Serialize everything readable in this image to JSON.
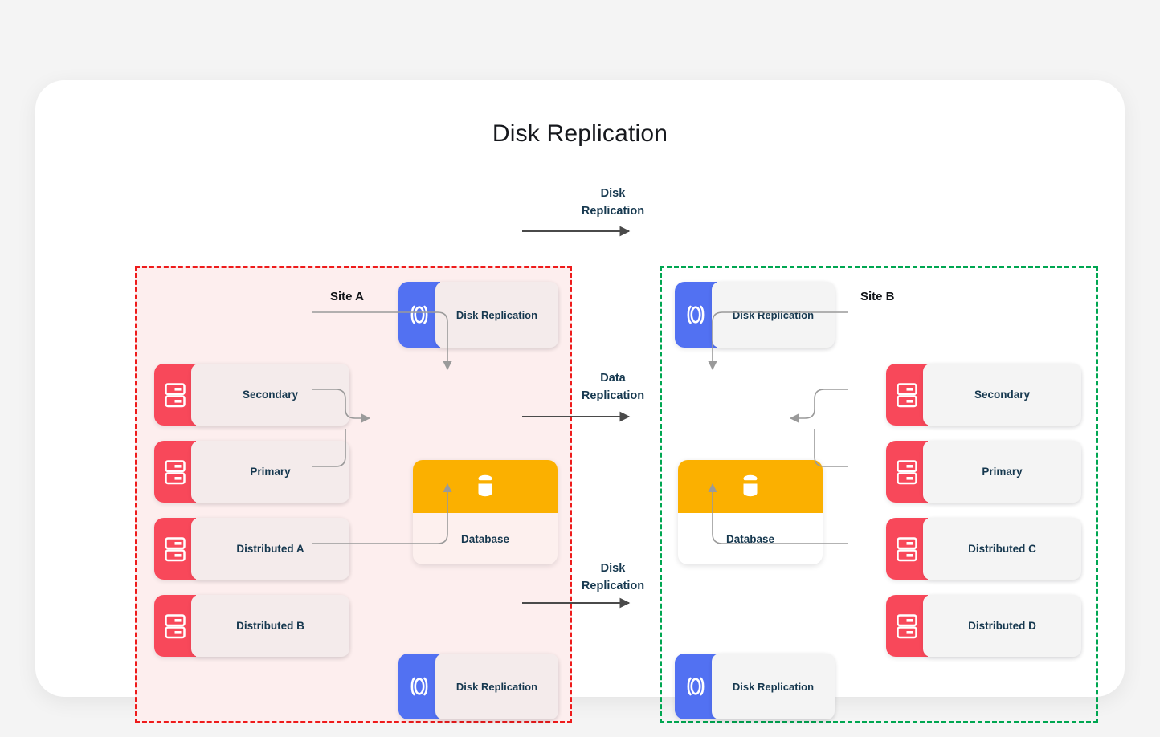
{
  "diagram": {
    "title": "Disk Replication",
    "background_color": "#f4f4f4",
    "card_color": "#ffffff"
  },
  "sites": [
    {
      "id": "site-a",
      "label": "Site A",
      "border_color": "#ee1b1b",
      "fill_color": "#fdeeee",
      "nodes": [
        {
          "id": "a-disk-top",
          "type": "disk-replication",
          "label": "Disk Replication",
          "icon": "disk-replication-icon",
          "accent": "#5271f2"
        },
        {
          "id": "a-secondary",
          "type": "server",
          "label": "Secondary",
          "icon": "server-rack-icon",
          "accent": "#f8485a"
        },
        {
          "id": "a-primary",
          "type": "server",
          "label": "Primary",
          "icon": "server-rack-icon",
          "accent": "#f8485a"
        },
        {
          "id": "a-dist-a",
          "type": "server",
          "label": "Distributed A",
          "icon": "server-rack-icon",
          "accent": "#f8485a"
        },
        {
          "id": "a-dist-b",
          "type": "server",
          "label": "Distributed B",
          "icon": "server-rack-icon",
          "accent": "#f8485a"
        },
        {
          "id": "a-database",
          "type": "database",
          "label": "Database",
          "icon": "database-cylinder-icon",
          "accent": "#fbb000"
        },
        {
          "id": "a-disk-bottom",
          "type": "disk-replication",
          "label": "Disk Replication",
          "icon": "disk-replication-icon",
          "accent": "#5271f2"
        }
      ]
    },
    {
      "id": "site-b",
      "label": "Site B",
      "border_color": "#00a651",
      "fill_color": "transparent",
      "nodes": [
        {
          "id": "b-disk-top",
          "type": "disk-replication",
          "label": "Disk Replication",
          "icon": "disk-replication-icon",
          "accent": "#5271f2"
        },
        {
          "id": "b-secondary",
          "type": "server",
          "label": "Secondary",
          "icon": "server-rack-icon",
          "accent": "#f8485a"
        },
        {
          "id": "b-primary",
          "type": "server",
          "label": "Primary",
          "icon": "server-rack-icon",
          "accent": "#f8485a"
        },
        {
          "id": "b-dist-c",
          "type": "server",
          "label": "Distributed C",
          "icon": "server-rack-icon",
          "accent": "#f8485a"
        },
        {
          "id": "b-dist-d",
          "type": "server",
          "label": "Distributed D",
          "icon": "server-rack-icon",
          "accent": "#f8485a"
        },
        {
          "id": "b-database",
          "type": "database",
          "label": "Database",
          "icon": "database-cylinder-icon",
          "accent": "#fbb000"
        },
        {
          "id": "b-disk-bottom",
          "type": "disk-replication",
          "label": "Disk Replication",
          "icon": "disk-replication-icon",
          "accent": "#5271f2"
        }
      ]
    }
  ],
  "cross_links": [
    {
      "id": "link-disk-top",
      "label_line1": "Disk",
      "label_line2": "Replication",
      "from": "a-disk-top",
      "to": "b-disk-top"
    },
    {
      "id": "link-data",
      "label_line1": "Data",
      "label_line2": "Replication",
      "from": "a-database",
      "to": "b-database"
    },
    {
      "id": "link-disk-bottom",
      "label_line1": "Disk",
      "label_line2": "Replication",
      "from": "a-disk-bottom",
      "to": "b-disk-bottom"
    }
  ],
  "edge_color": "#9a9a9a",
  "text_color": "#16384f"
}
